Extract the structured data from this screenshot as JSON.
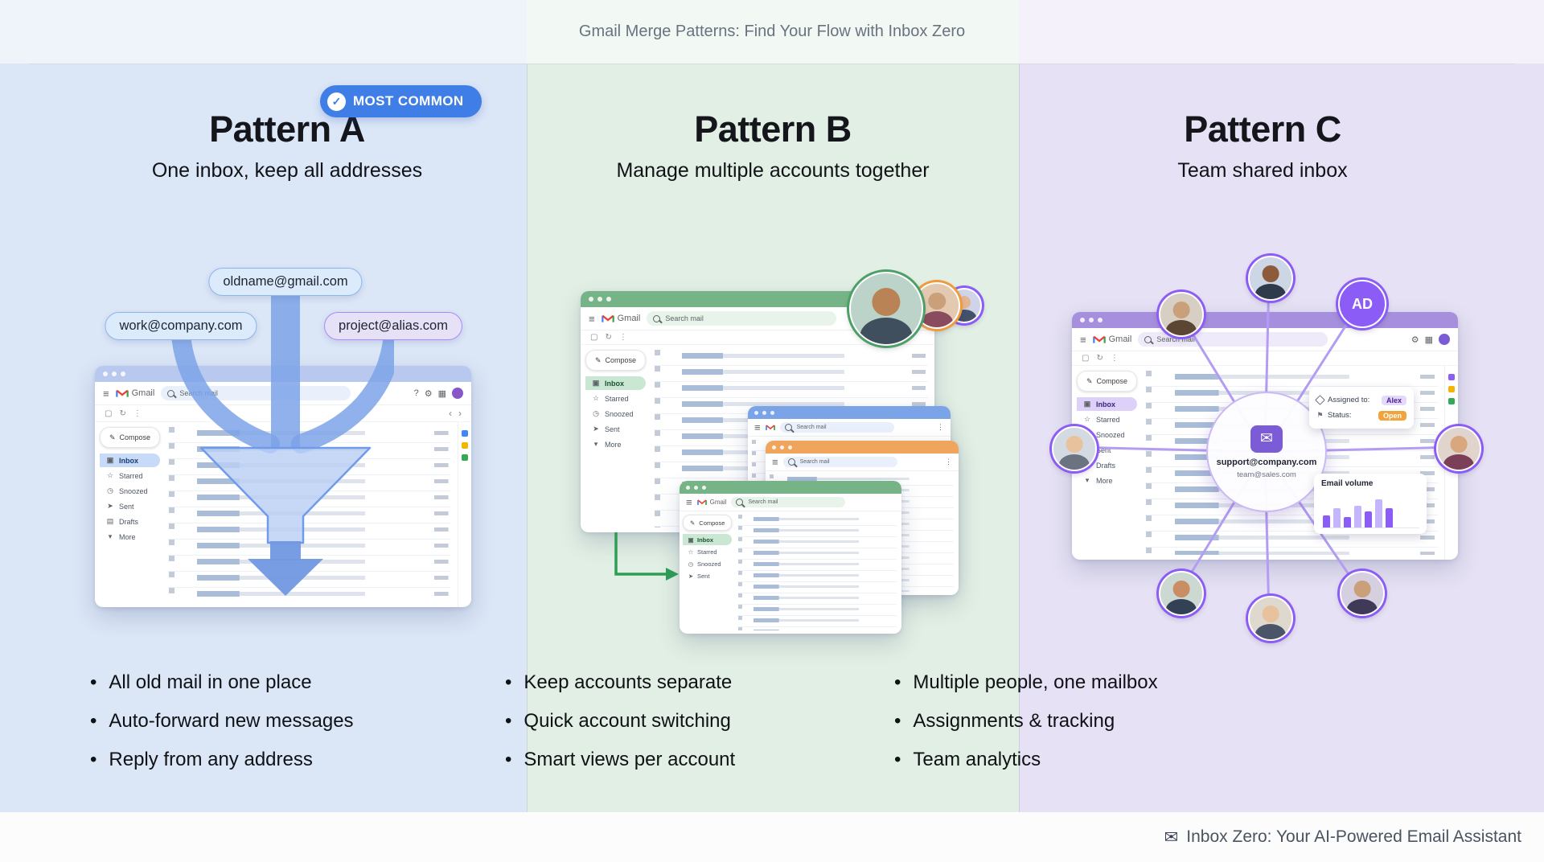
{
  "header": {
    "title": "Gmail Merge Patterns: Find Your Flow with Inbox Zero"
  },
  "footer": {
    "text": "Inbox Zero: Your AI-Powered Email Assistant"
  },
  "badge": {
    "label": "MOST COMMON"
  },
  "pattern_a": {
    "title": "Pattern A",
    "subtitle": "One inbox, keep all addresses",
    "pill_top": "oldname@gmail.com",
    "pill_left": "work@company.com",
    "pill_right": "project@alias.com",
    "bullets": [
      "All old mail in one place",
      "Auto-forward new messages",
      "Reply from any address"
    ]
  },
  "pattern_b": {
    "title": "Pattern B",
    "subtitle": "Manage multiple accounts together",
    "bullets": [
      "Keep accounts separate",
      "Quick account switching",
      "Smart views per account"
    ]
  },
  "pattern_c": {
    "title": "Pattern C",
    "subtitle": "Team shared inbox",
    "hub_email_primary": "support@company.com",
    "hub_email_secondary": "team@sales.com",
    "assigned_label": "Assigned to:",
    "assigned_value": "Alex",
    "status_label": "Status:",
    "status_value": "Open",
    "avatar_initials": "AD",
    "chart": {
      "title": "Email volume",
      "bars": [
        35,
        55,
        30,
        62,
        45,
        80,
        55
      ]
    },
    "bullets": [
      "Multiple people, one mailbox",
      "Assignments & tracking",
      "Team analytics"
    ]
  },
  "gmail_ui": {
    "brand": "Gmail",
    "search_placeholder": "Search mail",
    "compose_label": "Compose",
    "nav_items": [
      "Inbox",
      "Starred",
      "Snoozed",
      "Sent",
      "Drafts",
      "More"
    ]
  },
  "icons": {
    "check": "✓",
    "hamburger": "≡",
    "gear": "⚙",
    "grid": "▦",
    "help": "?",
    "refresh": "↻",
    "more_v": "⋮",
    "pencil": "✎",
    "star": "☆",
    "clock": "◷",
    "send": "➤",
    "doc": "▤",
    "inbox": "▣",
    "chevron_down": "▾",
    "envelope": "✉",
    "flag": "⚑",
    "prev": "‹",
    "next": "›",
    "bullet": "•",
    "checkbox": "▢"
  },
  "colors": {
    "panel_a_bg": "#dbe6f7",
    "panel_b_bg": "#e2efe4",
    "panel_c_bg": "#e6e1f4",
    "badge_bg": "#3e7ee6",
    "accent_blue": "#4285f4",
    "accent_green": "#34a853",
    "accent_orange": "#efa55c",
    "accent_purple": "#8b5cf6",
    "status_open_chip": "#f2a33c"
  }
}
